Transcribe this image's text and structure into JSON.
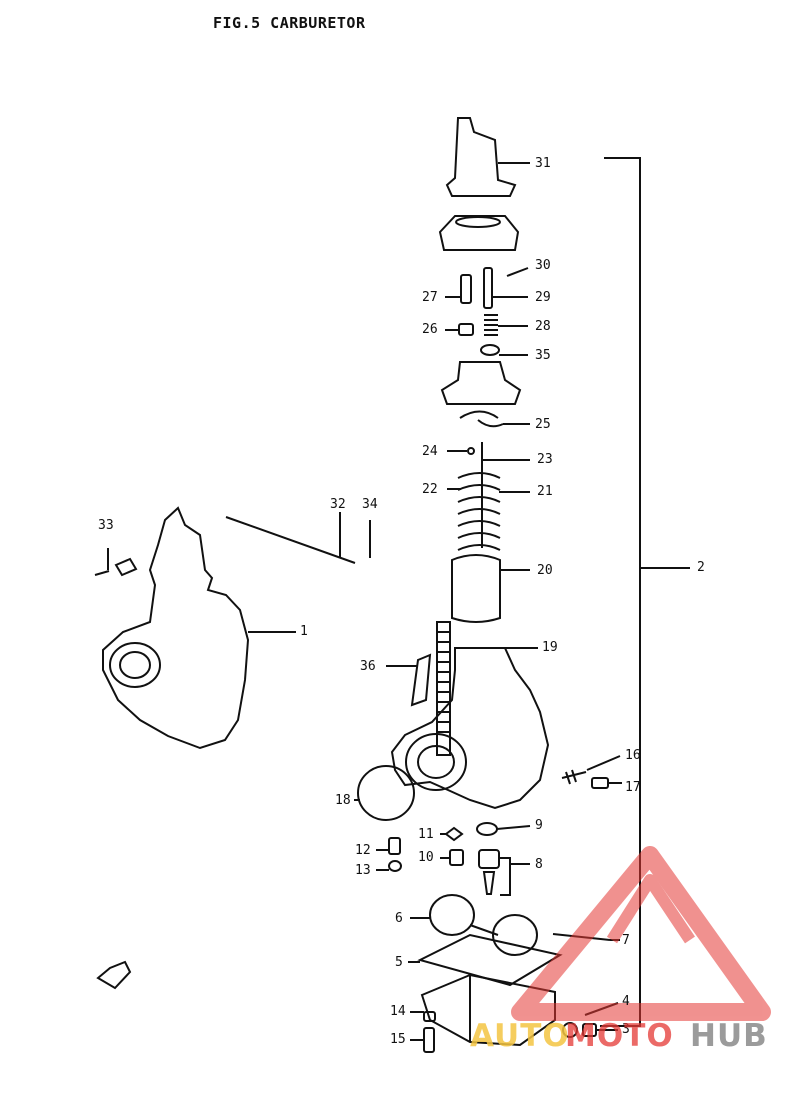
{
  "title": "FIG.5  CARBURETOR",
  "watermark": {
    "part1": "AUTO",
    "part2": "MOTO",
    "part3": "HUB",
    "color_red": "#e53935",
    "color_yellow": "#f4c542",
    "color_gray": "#8a8a8a"
  },
  "labels": {
    "n1": "1",
    "n2": "2",
    "n3": "3",
    "n4": "4",
    "n5": "5",
    "n6": "6",
    "n7": "7",
    "n8": "8",
    "n9": "9",
    "n10": "10",
    "n11": "11",
    "n12": "12",
    "n13": "13",
    "n14": "14",
    "n15": "15",
    "n16": "16",
    "n17": "17",
    "n18": "18",
    "n19": "19",
    "n20": "20",
    "n21": "21",
    "n22": "22",
    "n23": "23",
    "n24": "24",
    "n25": "25",
    "n26": "26",
    "n27": "27",
    "n28": "28",
    "n29": "29",
    "n30": "30",
    "n31": "31",
    "n32": "32",
    "n33": "33",
    "n34": "34",
    "n35": "35",
    "n36": "36"
  }
}
